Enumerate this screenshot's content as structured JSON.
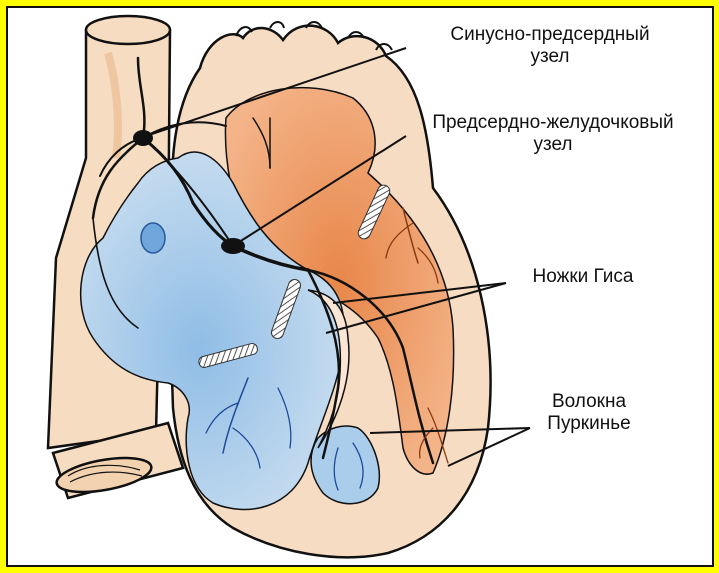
{
  "labels": {
    "sa_node_line1": "Синусно-предсердный",
    "sa_node_line2": "узел",
    "av_node_line1": "Предсердно-желудочковый",
    "av_node_line2": "узел",
    "his_bundle": "Ножки Гиса",
    "purkinje_line1": "Волокна",
    "purkinje_line2": "Пуркинье"
  },
  "colors": {
    "frame": "#ffff00",
    "vessel": "#f6dcc0",
    "right_heart": "#b9d6ee",
    "left_heart": "#ee9a5c",
    "outline": "#111111"
  }
}
